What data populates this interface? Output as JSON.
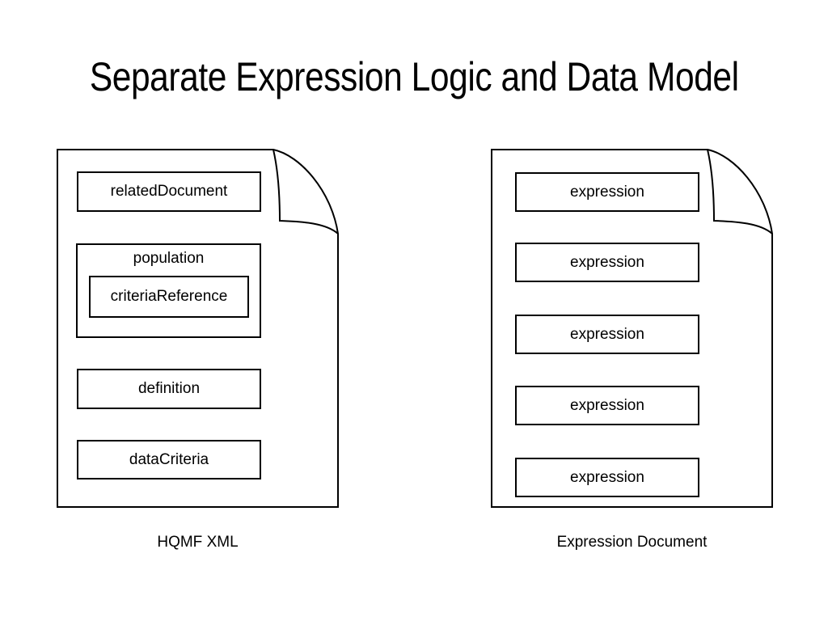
{
  "slide": {
    "title": "Separate Expression Logic and Data Model",
    "background_color": "#ffffff",
    "stroke_color": "#000000",
    "text_color": "#000000"
  },
  "left_document": {
    "caption": "HQMF XML",
    "shape": "page-with-curled-top-right-corner",
    "boxes": {
      "related_document": "relatedDocument",
      "population": "population",
      "criteria_reference": "criteriaReference",
      "definition": "definition",
      "data_criteria": "dataCriteria"
    }
  },
  "right_document": {
    "caption": "Expression Document",
    "shape": "page-with-curled-top-right-corner",
    "boxes": [
      "expression",
      "expression",
      "expression",
      "expression",
      "expression"
    ]
  }
}
